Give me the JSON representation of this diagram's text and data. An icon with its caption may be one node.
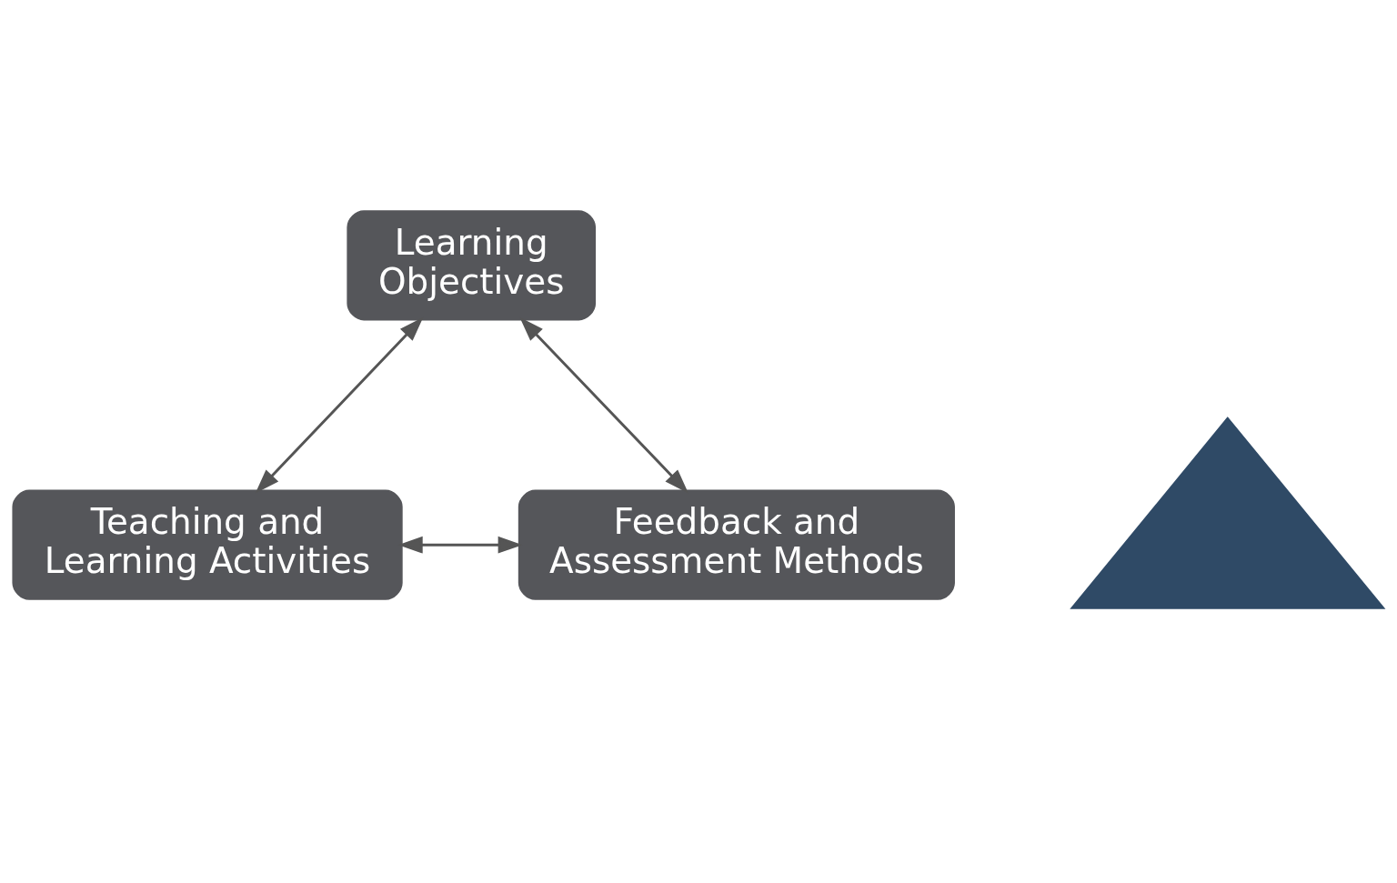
{
  "diagram": {
    "nodes": [
      {
        "text": [
          "Learning Objectives"
        ]
      },
      {
        "text": [
          "Teaching and Learning Activities"
        ]
      },
      {
        "text": [
          "Feedback and Assessment Methods"
        ]
      },
      {
        "text": [],
        "shape": "triangle"
      }
    ],
    "edges": [
      {
        "from": 0,
        "to": 1,
        "arrow": "both"
      },
      {
        "from": 0,
        "to": 2,
        "arrow": "both"
      },
      {
        "from": 1,
        "to": 2,
        "arrow": "both"
      }
    ]
  }
}
